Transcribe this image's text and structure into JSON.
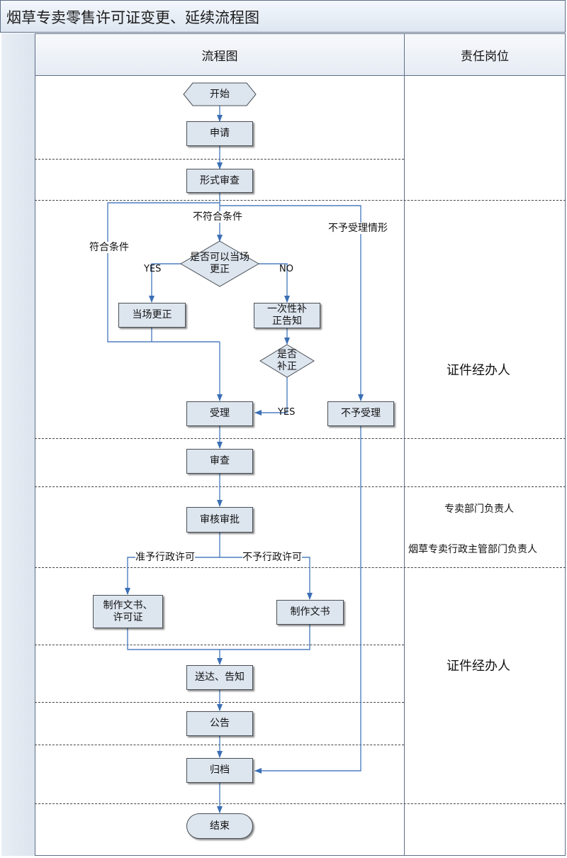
{
  "title": "烟草专卖零售许可证变更、延续流程图",
  "headers": {
    "flow": "流程图",
    "responsibility": "责任岗位"
  },
  "nodes": {
    "start": "开始",
    "apply": "申请",
    "formal_review": "形式审查",
    "decision_on_site": "是否可以当场更正",
    "on_site_correction": "当场更正",
    "one_time_notice": "一次性补正告知",
    "decision_supplement": "是否补正",
    "accept": "受理",
    "not_accept": "不予受理",
    "review": "审查",
    "approve": "审核审批",
    "make_docs_license": "制作文书、许可证",
    "make_docs": "制作文书",
    "deliver": "送达、告知",
    "announce": "公告",
    "archive": "归档",
    "end": "结束"
  },
  "edge_labels": {
    "not_meet": "不符合条件",
    "meet": "符合条件",
    "not_accept_case": "不予受理情形",
    "yes": "YES",
    "no": "NO",
    "yes2": "YES",
    "grant": "准予行政许可",
    "deny": "不予行政许可"
  },
  "roles": {
    "handler_1": "证件经办人",
    "dept_head": "专卖部门负责人",
    "admin_head": "烟草专卖行政主管部门负责人",
    "handler_2": "证件经办人"
  }
}
